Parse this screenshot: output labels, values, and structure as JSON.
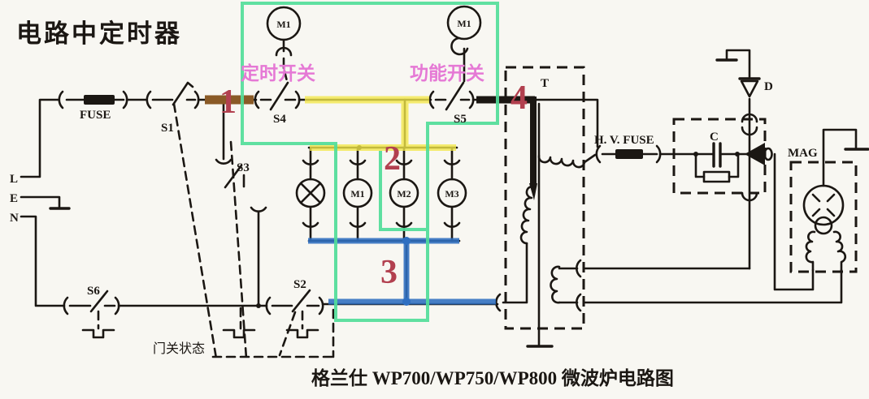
{
  "title": "电路中定时器",
  "caption": "格兰仕 WP700/WP750/WP800 微波炉电路图",
  "annotations": {
    "timer_switch_label": "定时开关",
    "function_switch_label": "功能开关",
    "door_state_label": "门关状态",
    "steps": [
      "1",
      "2",
      "3",
      "4"
    ]
  },
  "components": {
    "fuse": "FUSE",
    "s1": "S1",
    "s2": "S2",
    "s3": "S3",
    "s4": "S4",
    "s5": "S5",
    "s6": "S6",
    "timer_motor": "M1",
    "function_motor": "M1",
    "m1": "M1",
    "m2": "M2",
    "m3": "M3",
    "transformer": "T",
    "hv_fuse": "H. V. FUSE",
    "capacitor": "C",
    "diode": "D",
    "magnetron": "MAG",
    "terminal_l": "L",
    "terminal_e": "E",
    "terminal_n": "N"
  },
  "colors": {
    "ink": "#1b1713",
    "paper": "#f8f7f2",
    "wire-yellow": "#f3e84a",
    "wire-blue": "#2f6fc1",
    "wire-brown": "#8a5a26",
    "wire-green": "#52dd9a",
    "digit-red": "#b2404f",
    "label-pink": "#e579d5",
    "title-green": "#3ecf58"
  }
}
